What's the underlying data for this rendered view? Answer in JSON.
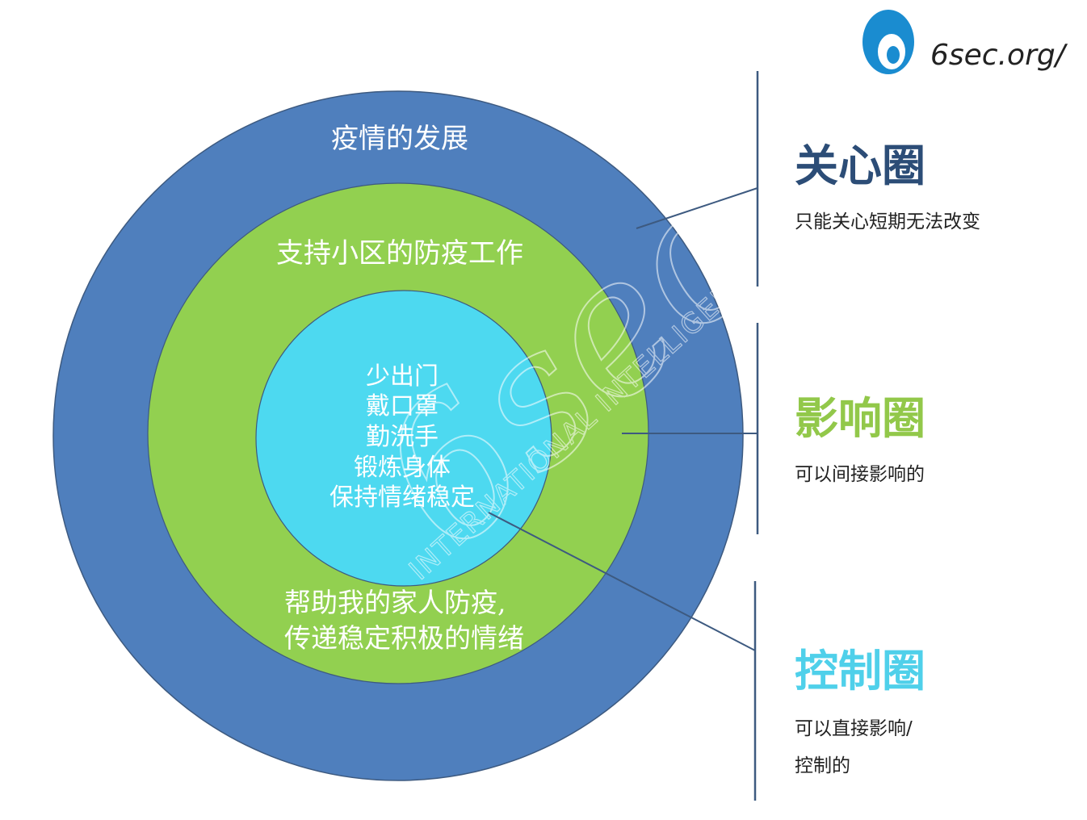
{
  "logo": {
    "text": "6sec.org/"
  },
  "circles": {
    "outer": {
      "label": "疫情的发展",
      "color": "#4f7fbd"
    },
    "middle": {
      "label_lines": [
        "支持小区的防疫工作"
      ],
      "bottom_lines": [
        "帮助我的家人防疫,",
        "传递稳定积极的情绪"
      ],
      "color": "#92d050"
    },
    "inner": {
      "label_lines": [
        "少出门",
        "戴口罩",
        "勤洗手",
        "锻炼身体",
        "保持情绪稳定"
      ],
      "color": "#4dd9f0"
    }
  },
  "legend": [
    {
      "title": "关心圈",
      "title_color": "#2c4d77",
      "desc_lines": [
        "只能关心短期无法改变"
      ]
    },
    {
      "title": "影响圈",
      "title_color": "#92c84a",
      "desc_lines": [
        "可以间接影响的"
      ]
    },
    {
      "title": "控制圈",
      "title_color": "#4fd0ea",
      "desc_lines": [
        "可以直接影响/",
        "控制的"
      ]
    }
  ],
  "colors": {
    "divider": "#3d5a80",
    "connector": "#3d5a80",
    "watermark": "#d9d9d9"
  },
  "watermark": {
    "main": "6sec",
    "sub": "INTERNATIONAL INTELLIGENCE NETWORK"
  }
}
